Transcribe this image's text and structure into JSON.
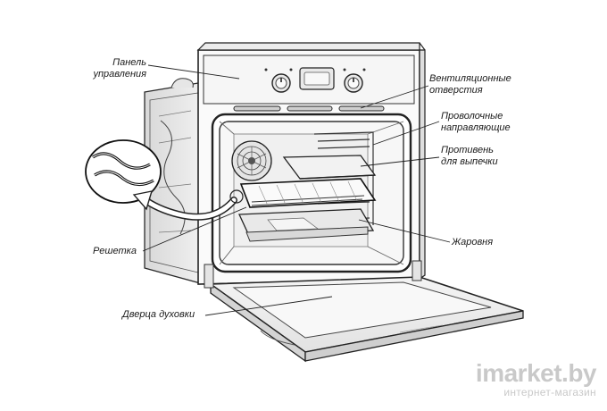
{
  "labels": {
    "control_panel": "Панель\nуправления",
    "vent_holes": "Вентиляционные\nотверстия",
    "wire_guides": "Проволочные\nнаправляющие",
    "baking_tray": "Противень\nдля выпечки",
    "grill_rack": "Решетка",
    "roasting_pan": "Жаровня",
    "oven_door": "Дверца духовки"
  },
  "watermark": {
    "brand": "imarket.by",
    "tagline": "интернет-магазин"
  }
}
